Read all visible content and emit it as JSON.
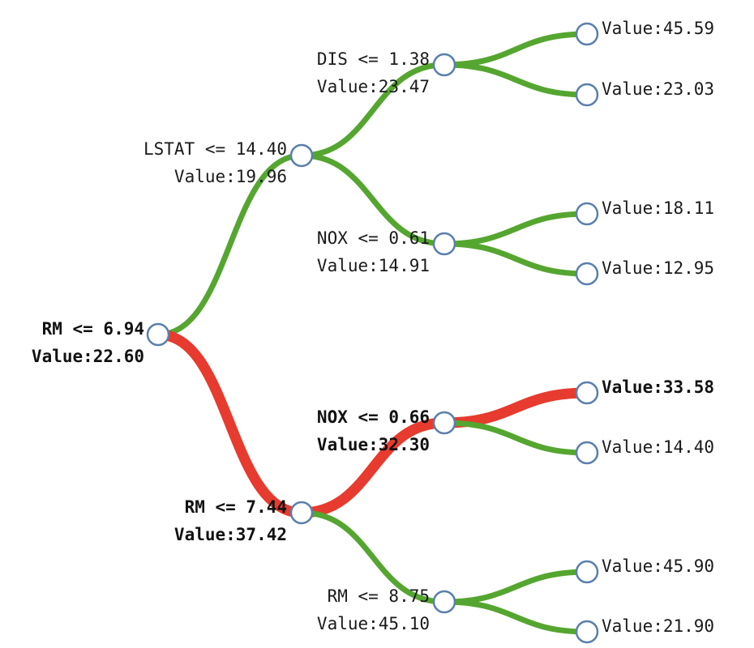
{
  "colors": {
    "normal_edge": "#55a630",
    "highlight_edge": "#e63b2e",
    "node_stroke": "#5b7fae",
    "node_fill": "#ffffff"
  },
  "nodes": {
    "root": {
      "split": "RM <= 6.94",
      "value": "Value:22.60",
      "highlighted": true
    },
    "n1": {
      "split": "LSTAT <= 14.40",
      "value": "Value:19.96",
      "highlighted": false
    },
    "n2": {
      "split": "RM <= 7.44",
      "value": "Value:37.42",
      "highlighted": true
    },
    "n11": {
      "split": "DIS <= 1.38",
      "value": "Value:23.47",
      "highlighted": false
    },
    "n12": {
      "split": "NOX <= 0.61",
      "value": "Value:14.91",
      "highlighted": false
    },
    "n21": {
      "split": "NOX <= 0.66",
      "value": "Value:32.30",
      "highlighted": true
    },
    "n22": {
      "split": "RM <= 8.75",
      "value": "Value:45.10",
      "highlighted": false
    },
    "leaf1": {
      "value": "Value:45.59",
      "highlighted": false
    },
    "leaf2": {
      "value": "Value:23.03",
      "highlighted": false
    },
    "leaf3": {
      "value": "Value:18.11",
      "highlighted": false
    },
    "leaf4": {
      "value": "Value:12.95",
      "highlighted": false
    },
    "leaf5": {
      "value": "Value:33.58",
      "highlighted": true
    },
    "leaf6": {
      "value": "Value:14.40",
      "highlighted": false
    },
    "leaf7": {
      "value": "Value:45.90",
      "highlighted": false
    },
    "leaf8": {
      "value": "Value:21.90",
      "highlighted": false
    }
  }
}
